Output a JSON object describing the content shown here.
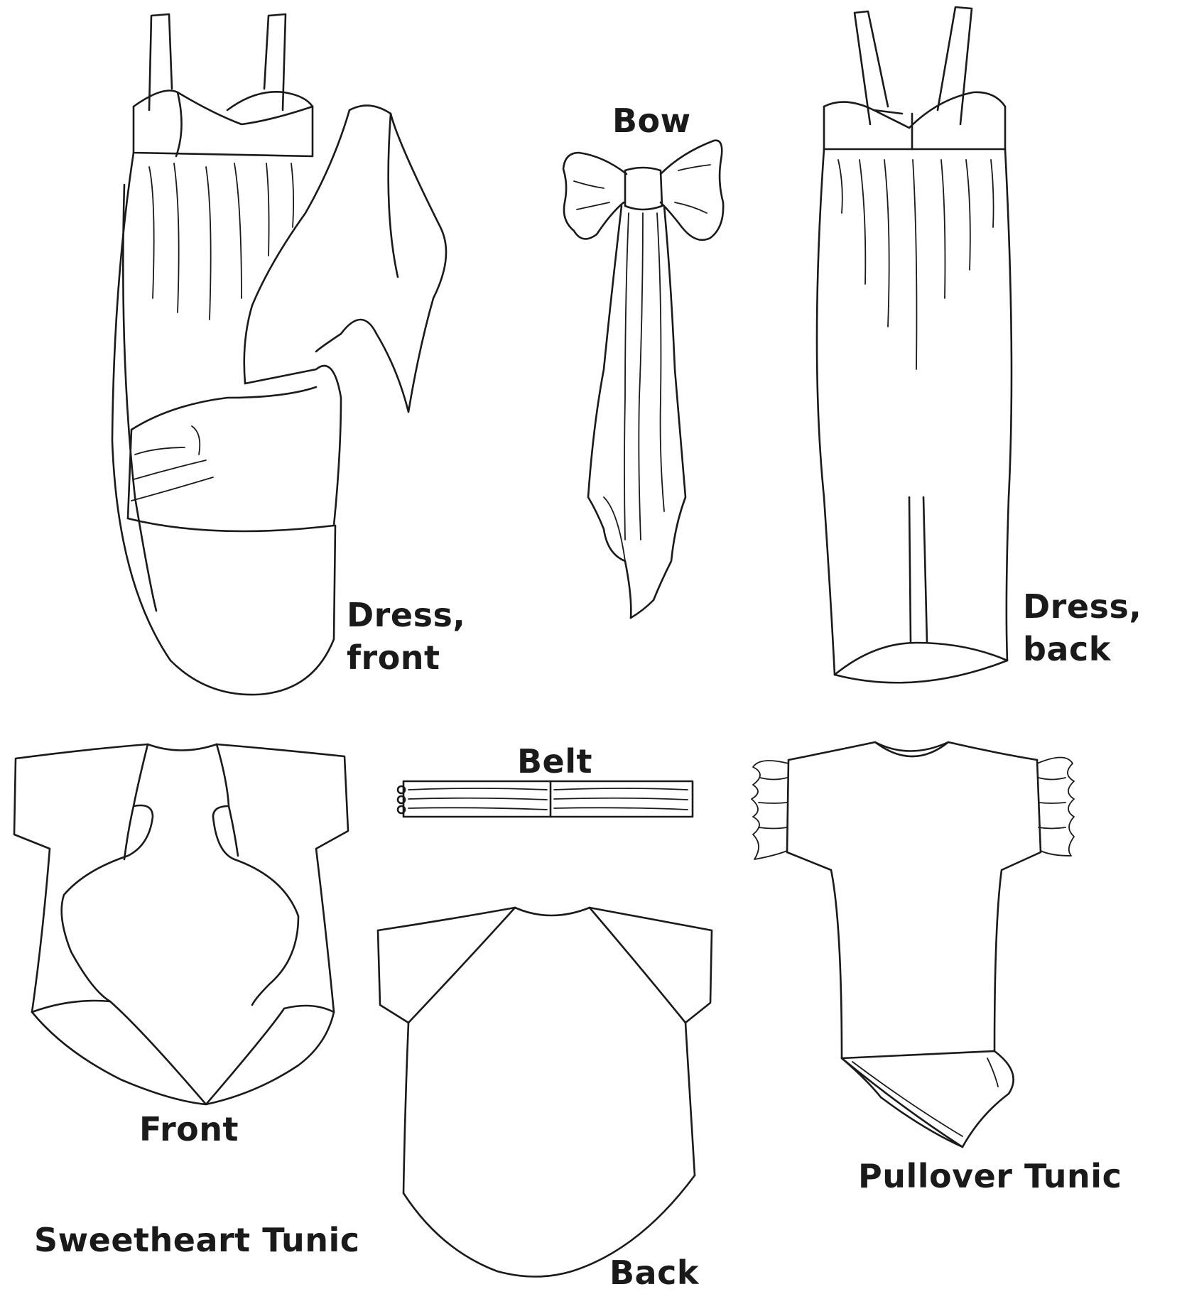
{
  "labels": {
    "bow": "Bow",
    "dress_front_line1": "Dress,",
    "dress_front_line2": "front",
    "dress_back_line1": "Dress,",
    "dress_back_line2": "back",
    "belt": "Belt",
    "front": "Front",
    "sweetheart_tunic": "Sweetheart Tunic",
    "back": "Back",
    "pullover_tunic": "Pullover Tunic"
  },
  "colors": {
    "line": "#1a1a1a",
    "background": "#ffffff"
  }
}
